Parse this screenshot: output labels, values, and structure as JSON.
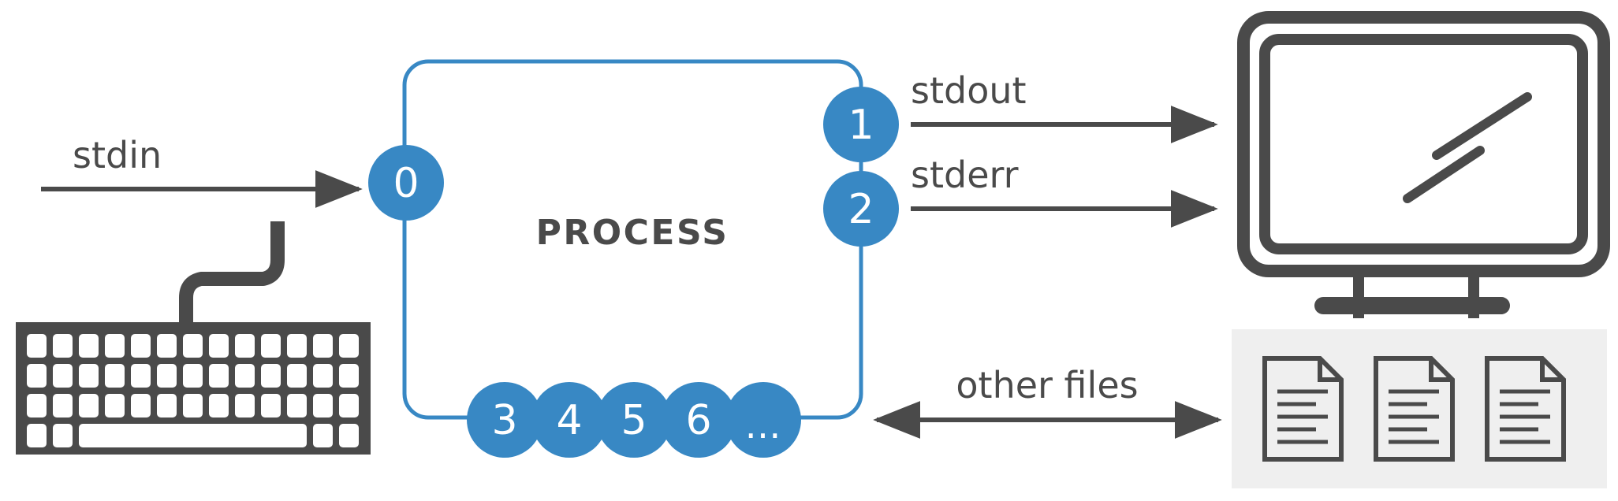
{
  "diagram": {
    "title": "PROCESS",
    "colors": {
      "accent_blue": "#3888c4",
      "dark_gray": "#4a4a4a",
      "panel_gray": "#efefef",
      "background": "#ffffff"
    },
    "process_box": {
      "label": "PROCESS"
    },
    "file_descriptors": [
      {
        "id": "fd-0",
        "label": "0",
        "position": "left"
      },
      {
        "id": "fd-1",
        "label": "1",
        "position": "right-top"
      },
      {
        "id": "fd-2",
        "label": "2",
        "position": "right-bottom"
      },
      {
        "id": "fd-3",
        "label": "3",
        "position": "bottom"
      },
      {
        "id": "fd-4",
        "label": "4",
        "position": "bottom"
      },
      {
        "id": "fd-5",
        "label": "5",
        "position": "bottom"
      },
      {
        "id": "fd-6",
        "label": "6",
        "position": "bottom"
      },
      {
        "id": "fd-more",
        "label": "…",
        "position": "bottom"
      }
    ],
    "streams": [
      {
        "id": "stdin",
        "label": "stdin",
        "direction": "in",
        "source": "keyboard",
        "target": "fd-0"
      },
      {
        "id": "stdout",
        "label": "stdout",
        "direction": "out",
        "source": "fd-1",
        "target": "monitor"
      },
      {
        "id": "stderr",
        "label": "stderr",
        "direction": "out",
        "source": "fd-2",
        "target": "monitor"
      },
      {
        "id": "other",
        "label": "other files",
        "direction": "bidirectional",
        "source": "fd-bottom",
        "target": "files"
      }
    ],
    "devices": [
      {
        "id": "keyboard",
        "name": "keyboard-icon",
        "rows": 4,
        "keys_per_row": 13
      },
      {
        "id": "monitor",
        "name": "monitor-icon"
      },
      {
        "id": "files",
        "name": "documents-icon",
        "count": 3,
        "lines_per_doc": 5
      }
    ]
  }
}
